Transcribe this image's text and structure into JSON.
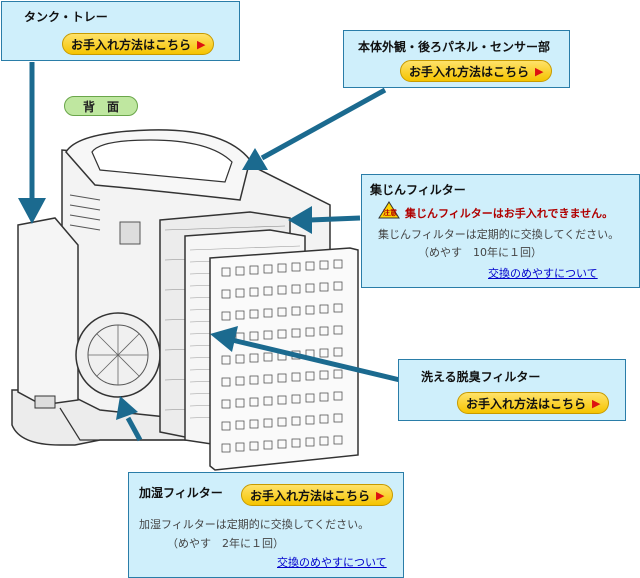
{
  "back_label": "背　面",
  "panels": {
    "tank": {
      "title": "タンク・トレー",
      "button": "お手入れ方法はこちら"
    },
    "body": {
      "title": "本体外観・後ろパネル・センサー部",
      "button": "お手入れ方法はこちら"
    },
    "dust": {
      "title": "集じんフィルター",
      "warning_icon": "注意",
      "warning": "集じんフィルターはお手入れできません。",
      "note": "集じんフィルターは定期的に交換してください。",
      "guide": "（めやす　10年に１回）",
      "link": "交換のめやすについて"
    },
    "deodor": {
      "title": "洗える脱臭フィルター",
      "button": "お手入れ方法はこちら"
    },
    "humid": {
      "title": "加湿フィルター",
      "button": "お手入れ方法はこちら",
      "note": "加湿フィルターは定期的に交換してください。",
      "guide": "（めやす　2年に１回）",
      "link": "交換のめやすについて"
    }
  },
  "colors": {
    "panel_bg": "#cfeffb",
    "panel_border": "#2a7da8",
    "arrow": "#1b6a8f",
    "button": "#f5c400",
    "link": "#0000cc",
    "warning": "#b00000"
  }
}
